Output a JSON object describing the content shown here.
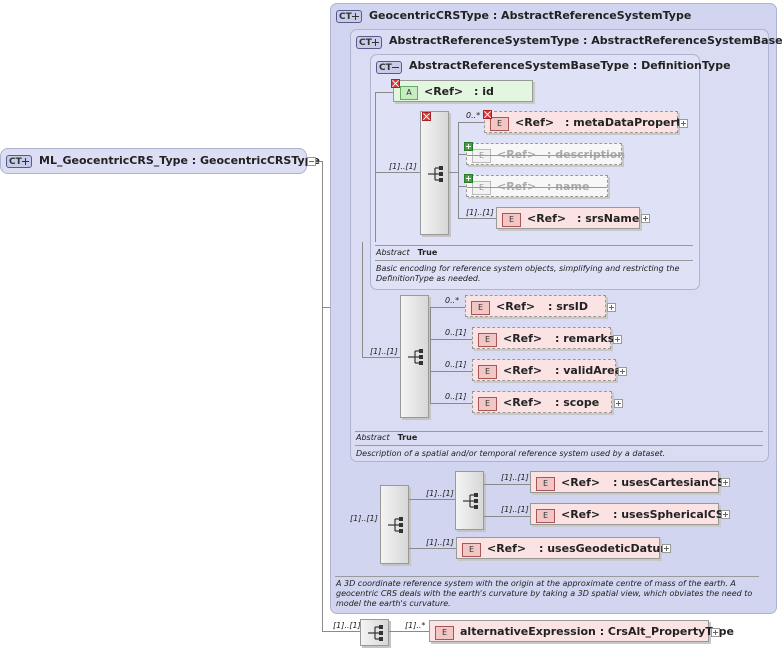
{
  "root": {
    "badge": "CT",
    "name": "ML_GeocentricCRS_Type : GeocentricCRSType"
  },
  "geocentric": {
    "badge": "CT",
    "title": "GeocentricCRSType : AbstractReferenceSystemType",
    "doc": "A 3D coordinate reference system with the origin at the approximate centre of mass of the earth. A geocentric CRS deals with the earth's curvature by taking a 3D spatial view, which obviates the need to model the earth's curvature."
  },
  "abstract_rs": {
    "badge": "CT",
    "title": "AbstractReferenceSystemType : AbstractReferenceSystemBaseType",
    "prop_label": "Abstract",
    "prop_value": "True",
    "doc": "Description of a spatial and/or temporal reference system used by a dataset."
  },
  "abstract_rs_base": {
    "badge": "CT",
    "title": "AbstractReferenceSystemBaseType : DefinitionType",
    "prop_label": "Abstract",
    "prop_value": "True",
    "doc": "Basic encoding for reference system objects, simplifying and restricting the DefinitionType as needed."
  },
  "attributes": [
    {
      "badge": "A",
      "ref": "<Ref>",
      "name": ": id"
    }
  ],
  "elements": {
    "metaDataProperty": {
      "badge": "E",
      "ref": "<Ref>",
      "name": ": metaDataProperty",
      "card": "0..*"
    },
    "description": {
      "badge": "E",
      "ref": "<Ref>",
      "name": ": description"
    },
    "name": {
      "badge": "E",
      "ref": "<Ref>",
      "name": ": name"
    },
    "srsName": {
      "badge": "E",
      "ref": "<Ref>",
      "name": ": srsName",
      "card": "[1]..[1]"
    },
    "srsID": {
      "badge": "E",
      "ref": "<Ref>",
      "name": ": srsID",
      "card": "0..*"
    },
    "remarks": {
      "badge": "E",
      "ref": "<Ref>",
      "name": ": remarks",
      "card": "0..[1]"
    },
    "validArea": {
      "badge": "E",
      "ref": "<Ref>",
      "name": ": validArea",
      "card": "0..[1]"
    },
    "scope": {
      "badge": "E",
      "ref": "<Ref>",
      "name": ": scope",
      "card": "0..[1]"
    },
    "usesCartesianCS": {
      "badge": "E",
      "ref": "<Ref>",
      "name": ": usesCartesianCS",
      "card": "[1]..[1]"
    },
    "usesSphericalCS": {
      "badge": "E",
      "ref": "<Ref>",
      "name": ": usesSphericalCS",
      "card": "[1]..[1]"
    },
    "usesGeodeticDatum": {
      "badge": "E",
      "ref": "<Ref>",
      "name": ": usesGeodeticDatum",
      "card": "[1]..[1]"
    },
    "alternativeExpression": {
      "badge": "E",
      "name": "alternativeExpression : CrsAlt_PropertyType",
      "card": "[1]..*"
    }
  },
  "sequence_cards": {
    "base_seq": "[1]..[1]",
    "rs_seq": "[1]..[1]",
    "geo_seq": "[1]..[1]",
    "geo_choice": "[1]..[1]",
    "ml_seq": "[1]..[1]"
  },
  "colors": {
    "ct_panel": "#d2d5ef",
    "element": "#fbe3e3",
    "attribute": "#e3f6df",
    "connector": "#8a8a8a"
  }
}
